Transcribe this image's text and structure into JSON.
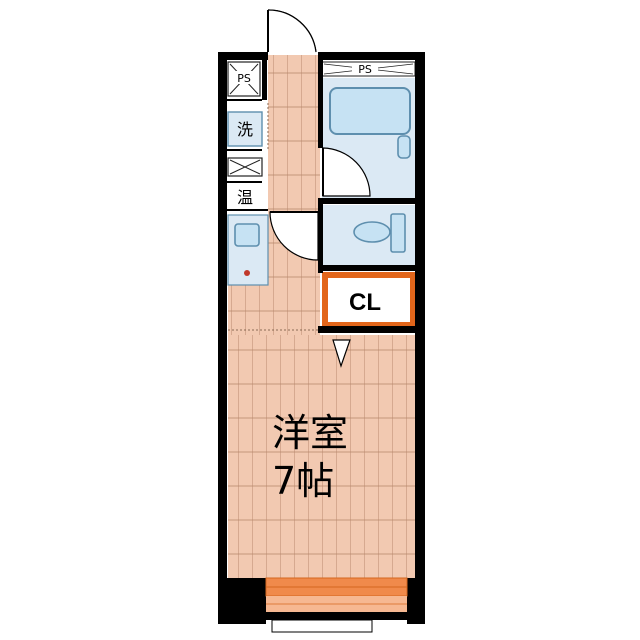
{
  "labels": {
    "ps_left": "PS",
    "ps_top": "PS",
    "washer": "洗",
    "water_heater": "温",
    "closet": "CL",
    "room_type": "洋室",
    "room_size": "7帖"
  },
  "colors": {
    "wall": "#000000",
    "flooring": "#f2c9b1",
    "flooring_line": "#b9896e",
    "wet_area": "#dbe9f4",
    "fixture": "#c6e2f3",
    "fixture_outline": "#5e8fae",
    "closet_border": "#e2661b",
    "balcony": "#f08a4b",
    "balcony_dark": "#d4671f"
  }
}
